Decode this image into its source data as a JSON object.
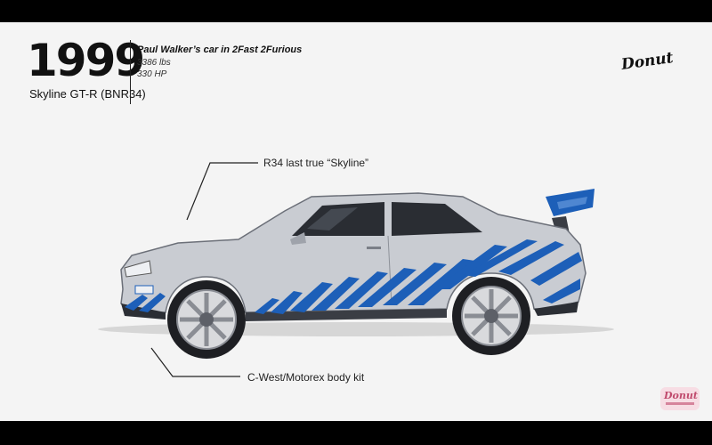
{
  "header": {
    "year": "1999",
    "model": "Skyline GT-R (BNR34)",
    "info_title": "Paul Walker’s car in 2Fast 2Furious",
    "weight": "3386 lbs",
    "power": "330 HP"
  },
  "annotations": {
    "top": "R34 last true “Skyline”",
    "bottom": "C-West/Motorex body kit"
  },
  "logos": {
    "top": "Donut",
    "bottom": "Donut"
  },
  "colors": {
    "body": "#c9ccd2",
    "livery": "#1d5fb8",
    "wheel": "#d9dadd",
    "background": "#f4f4f4",
    "letterbox": "#000000"
  }
}
